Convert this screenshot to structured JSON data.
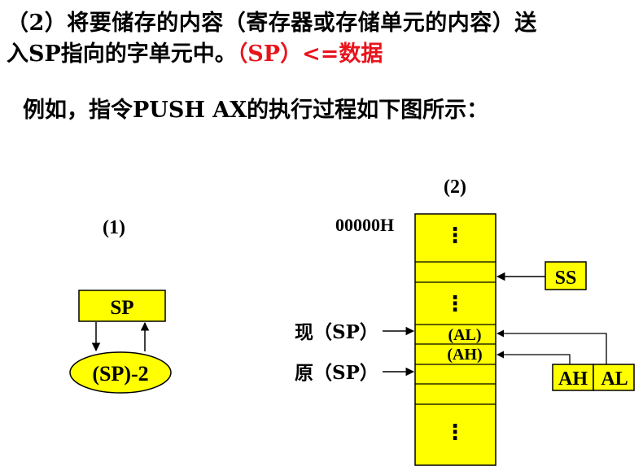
{
  "header": {
    "line1": "（2）将要储存的内容（寄存器或存储单元的内容）送",
    "line2_black": "入SP指向的字单元中。",
    "line2_red": "（SP）<=数据"
  },
  "example": {
    "text": "例如，指令PUSH  AX的执行过程如下图所示："
  },
  "diagram1": {
    "label": "(1)",
    "box_label": "SP",
    "ellipse_label": "(SP)-2"
  },
  "diagram2": {
    "label": "(2)",
    "address_label": "00000H",
    "cell_dots": "⋮",
    "cell_al": "(AL)",
    "cell_ah": "(AH)",
    "ss_label": "SS",
    "current_sp_label": "现（SP）",
    "original_sp_label": "原（SP）",
    "register_ah": "AH",
    "register_al": "AL"
  },
  "colors": {
    "fill": "#ffff00",
    "accent_red": "#e8141c"
  }
}
